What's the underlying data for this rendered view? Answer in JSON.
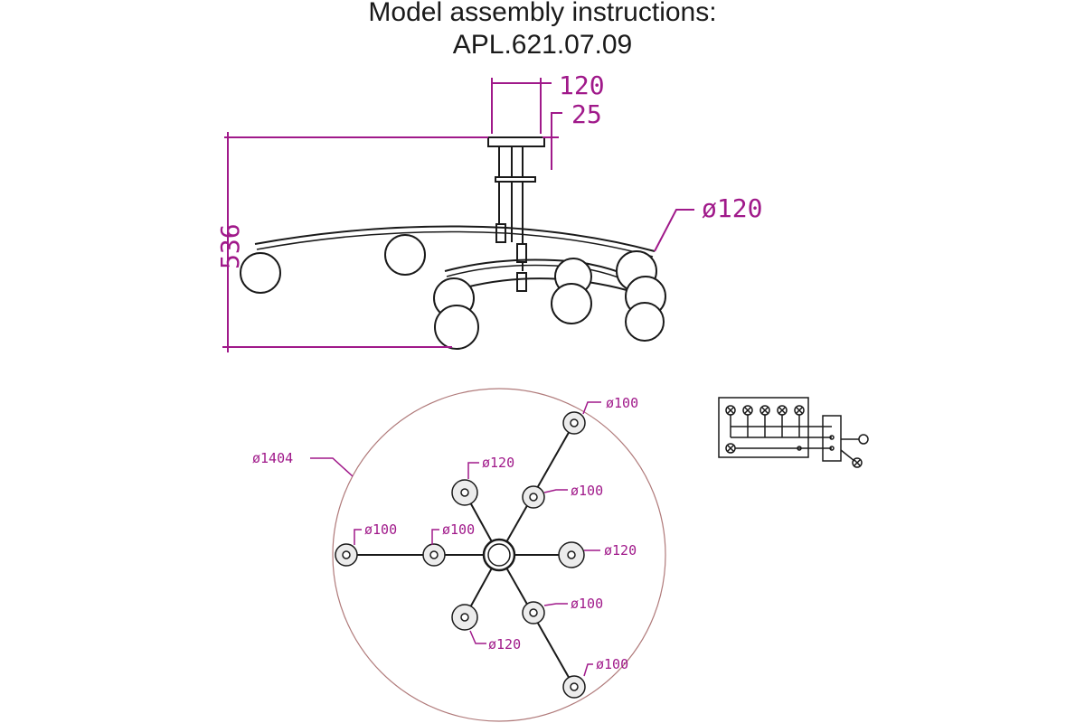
{
  "header": {
    "title_line1": "Model assembly instructions:",
    "title_line2": "APL.621.07.09"
  },
  "side_view": {
    "canopy_width": "120",
    "canopy_height": "25",
    "total_height": "536",
    "shade_diameter": "ø120"
  },
  "top_view": {
    "overall_diameter": "ø1404",
    "labels": [
      "ø100",
      "ø120",
      "ø100",
      "ø100",
      "ø100",
      "ø120",
      "ø100",
      "ø120",
      "ø100"
    ]
  },
  "colors": {
    "dimension": "#a0198a",
    "line": "#1a1a1a",
    "circle_outline": "#b07a7a"
  }
}
